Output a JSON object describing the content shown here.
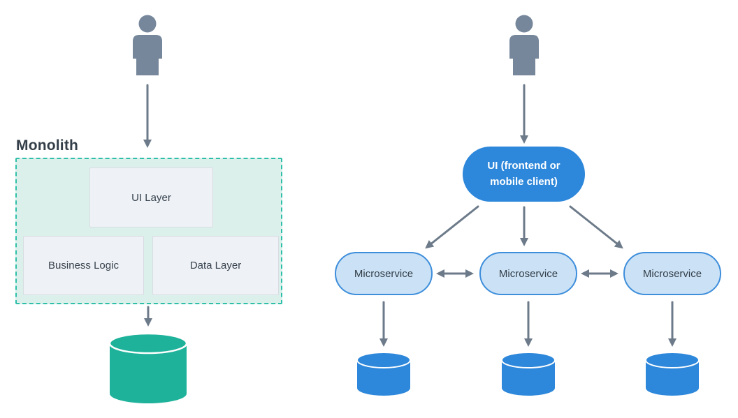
{
  "monolith_section": {
    "title": "Monolith",
    "layers": [
      "UI Layer",
      "Business Logic",
      "Data Layer"
    ]
  },
  "microservices_section": {
    "ui_node_label": "UI (frontend or mobile client)",
    "service_labels": [
      "Microservice",
      "Microservice",
      "Microservice"
    ]
  },
  "icons": {
    "user_left": "person-icon",
    "user_right": "person-icon",
    "monolith_database": "database-cylinder-icon",
    "service_databases": [
      "database-cylinder-icon",
      "database-cylinder-icon",
      "database-cylinder-icon"
    ]
  },
  "connections": [
    "user-left -> monolith",
    "monolith -> monolith-database",
    "user-right -> ui-node",
    "ui-node -> microservice-1",
    "ui-node -> microservice-2",
    "ui-node -> microservice-3",
    "microservice-1 <-> microservice-2",
    "microservice-2 <-> microservice-3",
    "microservice-1 -> database-1",
    "microservice-2 -> database-2",
    "microservice-3 -> database-3"
  ],
  "colors": {
    "arrow": "#6C7A89",
    "person": "#76879B",
    "monolith_bg": "#DCF0EB",
    "monolith_border": "#2FBFA9",
    "layer_bg": "#EEF1F5",
    "layer_border": "#D8DDE3",
    "text_dark": "#37424E",
    "ui_pill_bg": "#2D87DA",
    "ui_pill_text": "#FFFFFF",
    "microservice_bg": "#CBE2F6",
    "microservice_border": "#3E8EDB",
    "monolith_db": "#1EB29A",
    "microservice_db": "#2D87DA",
    "db_highlight": "#FFFFFF"
  }
}
